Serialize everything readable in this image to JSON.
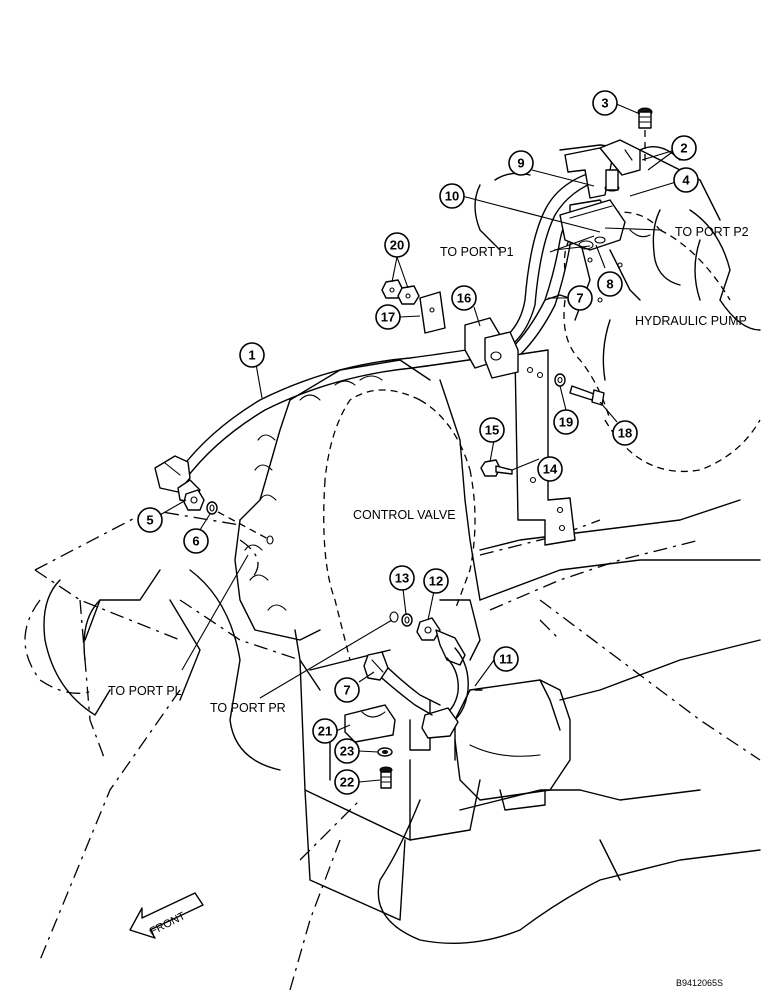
{
  "labels": {
    "to_port_p2": "TO PORT P2",
    "to_port_p1": "TO PORT P1",
    "hydraulic_pump": "HYDRAULIC PUMP",
    "control_valve": "CONTROL VALVE",
    "to_port_pl": "TO PORT PL",
    "to_port_pr": "TO PORT PR",
    "front": "FRONT",
    "drawing_number": "B9412065S"
  },
  "callouts": [
    "1",
    "2",
    "3",
    "4",
    "5",
    "6",
    "7",
    "8",
    "9",
    "10",
    "11",
    "12",
    "13",
    "14",
    "15",
    "16",
    "17",
    "18",
    "19",
    "20",
    "21",
    "22",
    "23",
    "7"
  ]
}
